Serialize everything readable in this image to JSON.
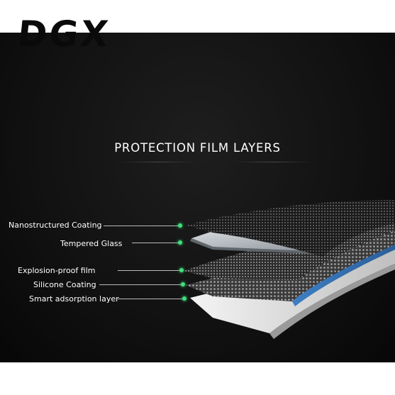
{
  "brand": {
    "logo_text": "DGX"
  },
  "title": "PROTECTION FILM LAYERS",
  "layers": [
    {
      "label": "Nanostructured Coating"
    },
    {
      "label": "Tempered Glass"
    },
    {
      "label": "Explosion-proof film"
    },
    {
      "label": "Silicone Coating"
    },
    {
      "label": "Smart adsorption layer"
    }
  ],
  "colors": {
    "accent_dot": "#3fe07a",
    "background": "#121212",
    "text": "#ffffff"
  }
}
